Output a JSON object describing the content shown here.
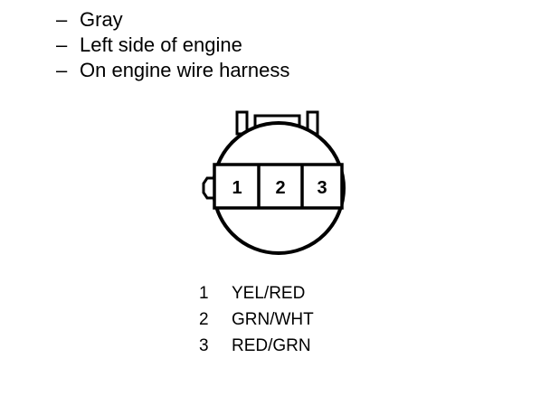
{
  "notes": [
    {
      "dash": "–",
      "text": "Gray"
    },
    {
      "dash": "–",
      "text": "Left side of engine"
    },
    {
      "dash": "–",
      "text": "On engine wire harness"
    }
  ],
  "connector": {
    "cavities": [
      "1",
      "2",
      "3"
    ]
  },
  "pinout": [
    {
      "pin": "1",
      "wire": "YEL/RED"
    },
    {
      "pin": "2",
      "wire": "GRN/WHT"
    },
    {
      "pin": "3",
      "wire": "RED/GRN"
    }
  ]
}
